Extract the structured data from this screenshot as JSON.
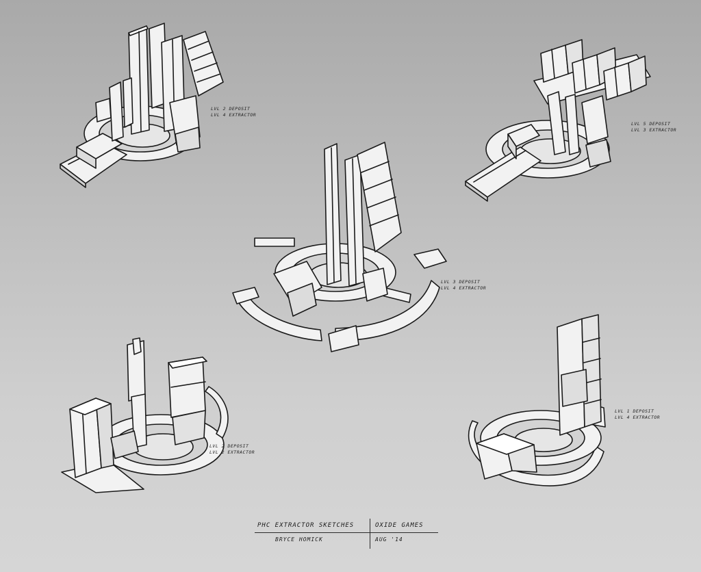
{
  "notes": {
    "top_left": {
      "line1": "Lvl 2 Deposit",
      "line2": "Lvl 4 Extractor"
    },
    "top_right": {
      "line1": "Lvl 5 Deposit",
      "line2": "Lvl 3 Extractor"
    },
    "center": {
      "line1": "Lvl 3 Deposit",
      "line2": "Lvl 4 Extractor"
    },
    "bottom_left": {
      "line1": "Lvl 2 Deposit",
      "line2": "Lvl 2 Extractor"
    },
    "bottom_right": {
      "line1": "Lvl 1 Deposit",
      "line2": "Lvl 4 Extractor"
    }
  },
  "title_block": {
    "title": "PHC Extractor Sketches",
    "studio": "Oxide Games",
    "artist": "Bryce Homick",
    "date": "Aug '14"
  },
  "colors": {
    "background_top": "#a9a9a9",
    "background_bottom": "#d6d6d6",
    "line": "#1a1a1a",
    "fill": "#f2f2f2",
    "shade": "#c9c9c9"
  }
}
